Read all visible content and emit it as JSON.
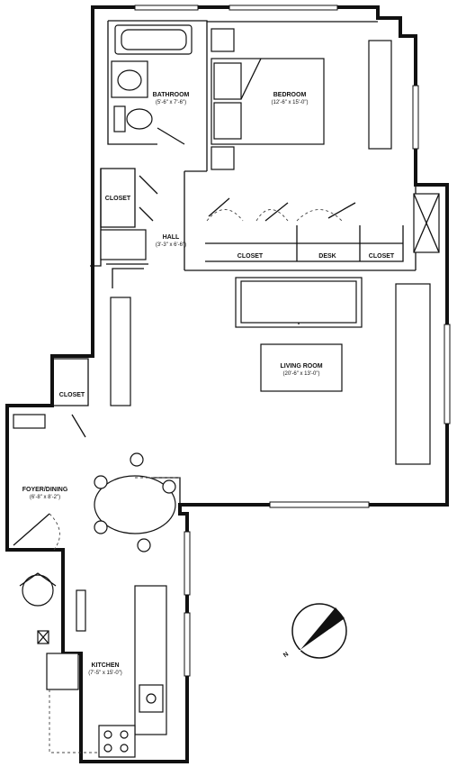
{
  "rooms": {
    "bathroom": {
      "name": "BATHROOM",
      "dims": "(5'-6\" x 7'-6\")"
    },
    "bedroom": {
      "name": "BEDROOM",
      "dims": "(12'-6\" x 15'-0\")"
    },
    "closet_hall": {
      "name": "CLOSET"
    },
    "hall": {
      "name": "HALL",
      "dims": "(3'-3\" x 6'-6\")"
    },
    "closet_bed_left": {
      "name": "CLOSET"
    },
    "desk": {
      "name": "DESK"
    },
    "closet_bed_right": {
      "name": "CLOSET"
    },
    "living": {
      "name": "LIVING ROOM",
      "dims": "(20'-6\" x 13'-0\")"
    },
    "closet_foyer": {
      "name": "CLOSET"
    },
    "foyer": {
      "name": "FOYER/DINING",
      "dims": "(6'-8\" x 8'-2\")"
    },
    "kitchen": {
      "name": "KITCHEN",
      "dims": "(7'-5\" x 15'-0\")"
    }
  },
  "compass": {
    "label": "N",
    "icon": "north-arrow-icon"
  }
}
